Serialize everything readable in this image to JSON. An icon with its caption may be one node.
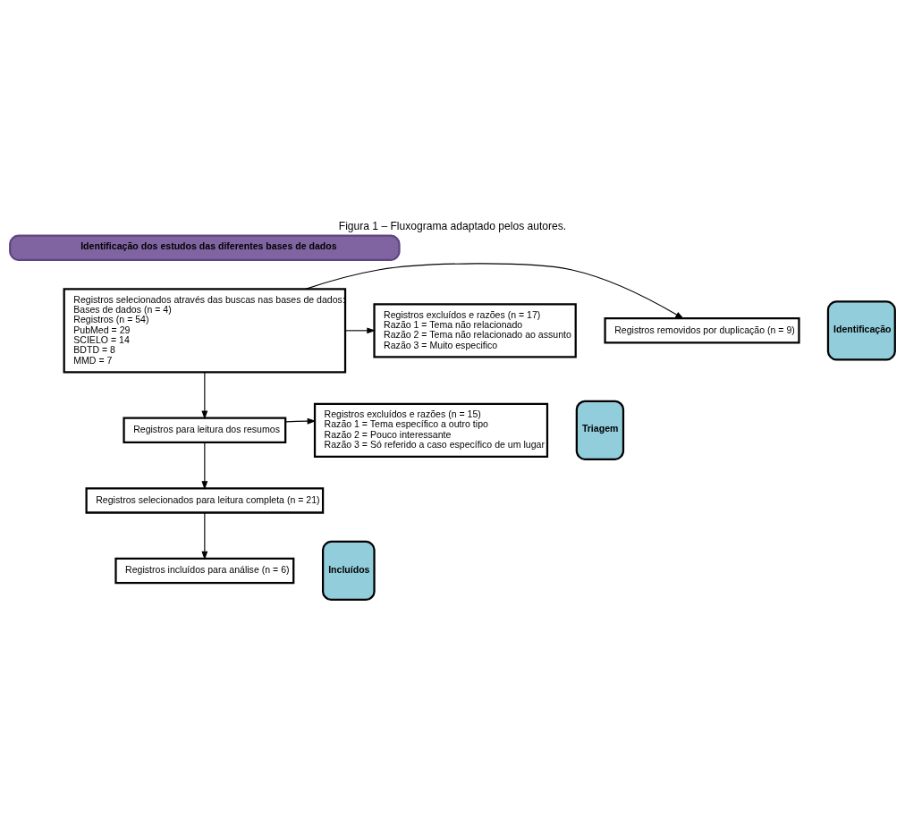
{
  "diagram": {
    "title": "Figura 1 – Fluxograma adaptado pelos autores.",
    "nodes": [
      {
        "text": [
          "Identificação dos estudos das diferentes bases de dados"
        ]
      },
      {
        "text": [
          "Identificação"
        ]
      },
      {
        "text": [
          "Registros selecionados através das buscas nas bases de dados:",
          "Bases de dados (n = 4)",
          "Registros (n = 54)",
          "PubMed = 29",
          "SCIELO = 14",
          "BDTD = 8",
          "MMD = 7"
        ]
      },
      {
        "text": [
          "Registros removidos por duplicação (n = 9)"
        ]
      },
      {
        "text": [
          "Registros excluídos e razões (n = 17)",
          "Razão 1 = Tema não relacionado",
          "Razão 2 = Tema não relacionado ao assunto",
          "Razão 3 = Muito especifico"
        ]
      },
      {
        "text": [
          "Triagem"
        ]
      },
      {
        "text": [
          "Registros para leitura dos resumos"
        ]
      },
      {
        "text": [
          "Registros excluídos e razões (n = 15)",
          "Razão 1 = Tema específico a outro tipo",
          "Razão 2 = Pouco interessante",
          "Razão 3 = Só referido a caso específico de um lugar"
        ]
      },
      {
        "text": [
          "Registros selecionados para leitura completa (n = 21)"
        ]
      },
      {
        "text": [
          "Incluídos"
        ]
      },
      {
        "text": [
          "Registros incluídos para análise (n = 6)"
        ]
      }
    ],
    "edges": [
      {
        "from": 2,
        "to": 3,
        "arrow": "to"
      },
      {
        "from": 2,
        "to": 4,
        "arrow": "to"
      },
      {
        "from": 2,
        "to": 6,
        "arrow": "to"
      },
      {
        "from": 6,
        "to": 7,
        "arrow": "to"
      },
      {
        "from": 6,
        "to": 8,
        "arrow": "to"
      },
      {
        "from": 8,
        "to": 10,
        "arrow": "to"
      }
    ]
  }
}
